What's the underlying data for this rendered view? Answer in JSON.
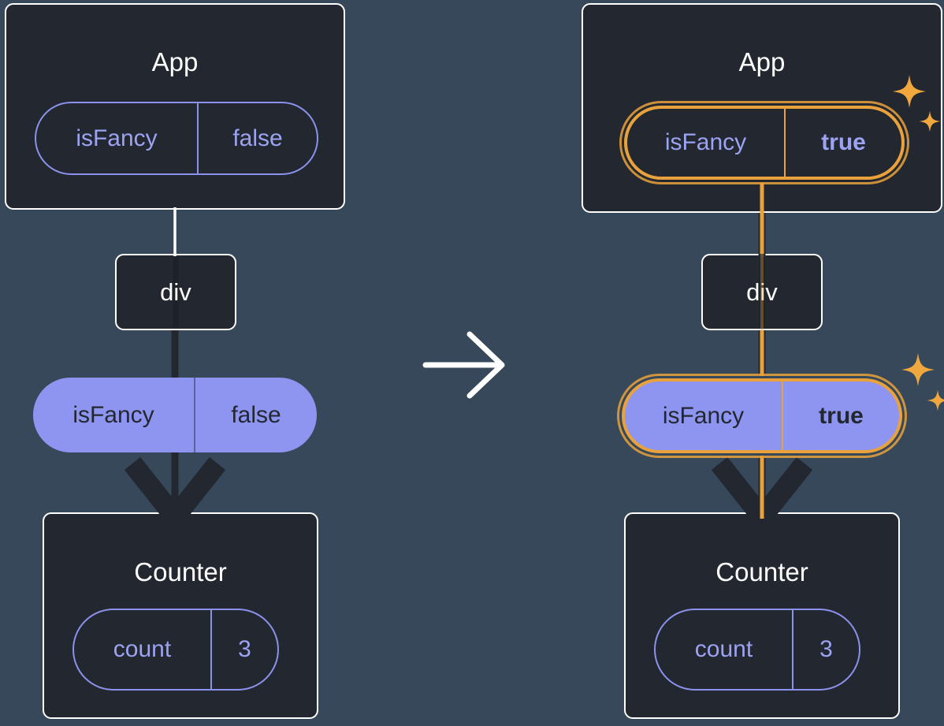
{
  "colors": {
    "background": "#36485A",
    "box_fill": "#23272F",
    "box_border": "#FFFFFF",
    "purple_accent": "#8A92EC",
    "purple_fill": "#8D95F1",
    "dark_text": "#23272F",
    "highlight_orange": "#E9A23B",
    "sparkle_orange": "#F0A83E",
    "connector_white": "#FFFFFF"
  },
  "left_tree": {
    "app": {
      "title": "App",
      "prop_name": "isFancy",
      "prop_value": "false"
    },
    "div_node": {
      "title": "div"
    },
    "passed_prop": {
      "name": "isFancy",
      "value": "false"
    },
    "counter": {
      "title": "Counter",
      "state_name": "count",
      "state_value": "3"
    }
  },
  "right_tree": {
    "app": {
      "title": "App",
      "prop_name": "isFancy",
      "prop_value": "true"
    },
    "div_node": {
      "title": "div"
    },
    "passed_prop": {
      "name": "isFancy",
      "value": "true"
    },
    "counter": {
      "title": "Counter",
      "state_name": "count",
      "state_value": "3"
    }
  }
}
